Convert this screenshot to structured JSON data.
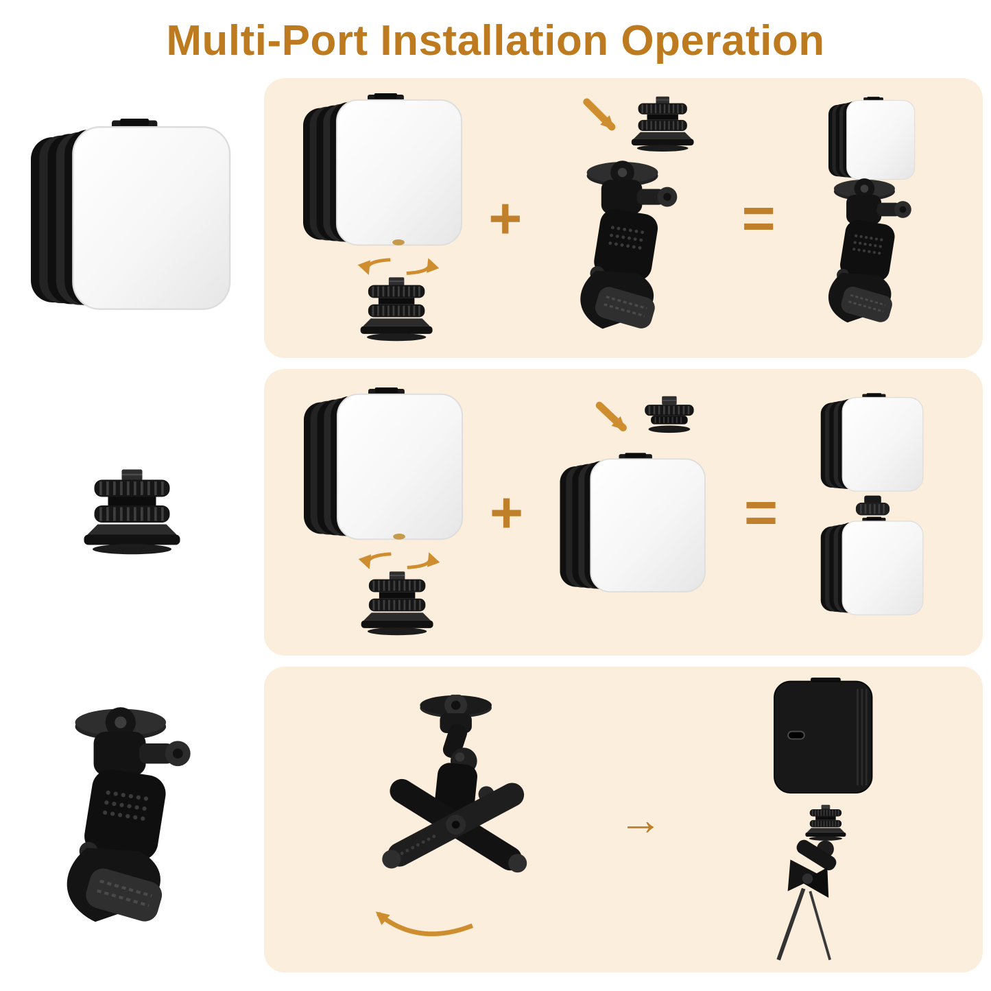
{
  "title": "Multi-Port Installation Operation",
  "operators": {
    "plus": "+",
    "equals": "=",
    "arrow_right": "→"
  },
  "colors": {
    "title_text": "#BD7A1E",
    "operator_text": "#C07F2A",
    "arrow_orange": "#CE8D2F",
    "panel_background": "#FBEEDC",
    "page_background": "#FFFFFF",
    "device_dark": "#141414",
    "light_face": "#F7F7F7"
  },
  "parts_column": {
    "items": [
      {
        "name": "led-video-light"
      },
      {
        "name": "cold-shoe-adapter"
      },
      {
        "name": "clip-clamp-mount"
      }
    ]
  },
  "panels": [
    {
      "name": "install-on-clip-mount",
      "left_item": "led-video-light-with-cold-shoe-adapter",
      "operator": "+",
      "right_item": "clip-clamp-mount-with-cold-shoe-adapter",
      "equals": "=",
      "result": "led-light-mounted-on-clip"
    },
    {
      "name": "stack-two-lights",
      "left_item": "led-video-light-with-cold-shoe-adapter",
      "operator": "+",
      "right_item": "second-led-video-light-with-screw-adapter",
      "equals": "=",
      "result": "two-led-lights-stacked"
    },
    {
      "name": "clamp-usage",
      "left_item": "clip-clamp-mount-opened",
      "operator": "→",
      "result": "led-light-clamped-on-stand"
    }
  ]
}
